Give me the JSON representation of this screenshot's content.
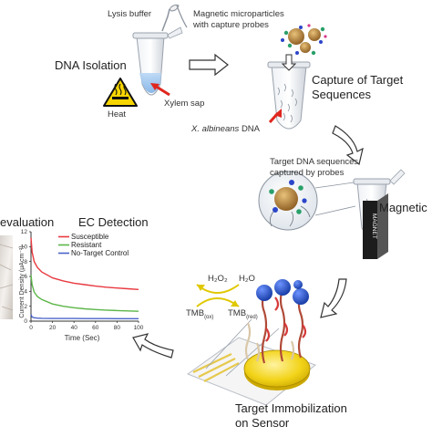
{
  "steps": {
    "isolation": "DNA Isolation",
    "capture_line1": "Capture of Target",
    "capture_line2": "Sequences",
    "magnetic": "Magnetic",
    "immob_line1": "Target Immobilization",
    "immob_line2": "on Sensor",
    "ec_detection": "EC Detection",
    "evaluation": "evaluation"
  },
  "labels": {
    "lysis_buffer": "Lysis buffer",
    "heat": "Heat",
    "xylem_sap": "Xylem sap",
    "microparticles_line1": "Magnetic microparticles",
    "microparticles_line2": "with capture probes",
    "pathogen_species": "X. albineans",
    "pathogen_dna_suffix": "DNA",
    "target_captured_line1": "Target DNA sequences",
    "target_captured_line2": "captured by probes",
    "magnet": "MAGNET",
    "h2o2": "H₂O₂",
    "h2o": "H₂O",
    "tmb_ox": "TMB",
    "tmb_ox_sub": "(ox)",
    "tmb_red": "TMB",
    "tmb_red_sub": "(red)"
  },
  "colors": {
    "susceptible": "#e8393f",
    "resistant": "#5cb648",
    "no_target": "#4a63c8",
    "arrow_red": "#e0261e",
    "gold": "#f2d318",
    "probe_blue": "#1f55c9",
    "tube_gray": "#d9dde3",
    "heat_yellow": "#f7d600"
  },
  "chart_data": {
    "type": "line",
    "title": "",
    "xlabel": "Time (Sec)",
    "ylabel": "Current Density (μAcm⁻²)",
    "xlim": [
      0,
      100
    ],
    "ylim": [
      0,
      12
    ],
    "x_ticks": [
      0,
      20,
      40,
      60,
      80,
      100
    ],
    "y_ticks": [
      0,
      2,
      4,
      6,
      8,
      10,
      12
    ],
    "legend_position": "top-right",
    "series": [
      {
        "name": "Susceptible",
        "color": "#e8393f",
        "x": [
          0,
          1,
          3,
          6,
          10,
          20,
          30,
          40,
          50,
          60,
          70,
          80,
          90,
          100
        ],
        "y": [
          11.2,
          9.3,
          8.0,
          7.2,
          6.6,
          5.8,
          5.4,
          5.1,
          4.9,
          4.7,
          4.55,
          4.45,
          4.35,
          4.25
        ]
      },
      {
        "name": "Resistant",
        "color": "#5cb648",
        "x": [
          0,
          1,
          3,
          6,
          10,
          20,
          30,
          40,
          50,
          60,
          70,
          80,
          90,
          100
        ],
        "y": [
          6.2,
          4.9,
          3.9,
          3.3,
          2.9,
          2.3,
          2.0,
          1.8,
          1.65,
          1.55,
          1.48,
          1.42,
          1.37,
          1.32
        ]
      },
      {
        "name": "No-Target Control",
        "color": "#4a63c8",
        "x": [
          0,
          1,
          3,
          6,
          10,
          20,
          30,
          40,
          50,
          60,
          70,
          80,
          90,
          100
        ],
        "y": [
          0.9,
          0.55,
          0.45,
          0.4,
          0.38,
          0.36,
          0.35,
          0.35,
          0.34,
          0.34,
          0.34,
          0.33,
          0.33,
          0.33
        ]
      }
    ]
  }
}
